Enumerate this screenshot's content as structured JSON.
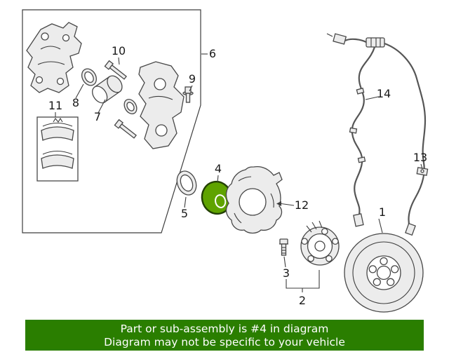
{
  "banner": {
    "line1": "Part or sub-assembly is #4 in diagram",
    "line2": "Diagram may not be specific to your vehicle",
    "bg_color": "#2a7e00",
    "text_color": "#ffffff"
  },
  "colors": {
    "highlight_fill": "#5fa300",
    "highlight_stroke": "#223f00",
    "line_art": "#474747"
  },
  "callouts": {
    "c1": "1",
    "c2": "2",
    "c3": "3",
    "c4": "4",
    "c5": "5",
    "c6": "6",
    "c7": "7",
    "c8": "8",
    "c9": "9",
    "c10": "10",
    "c11": "11",
    "c12": "12",
    "c13": "13",
    "c14": "14"
  }
}
